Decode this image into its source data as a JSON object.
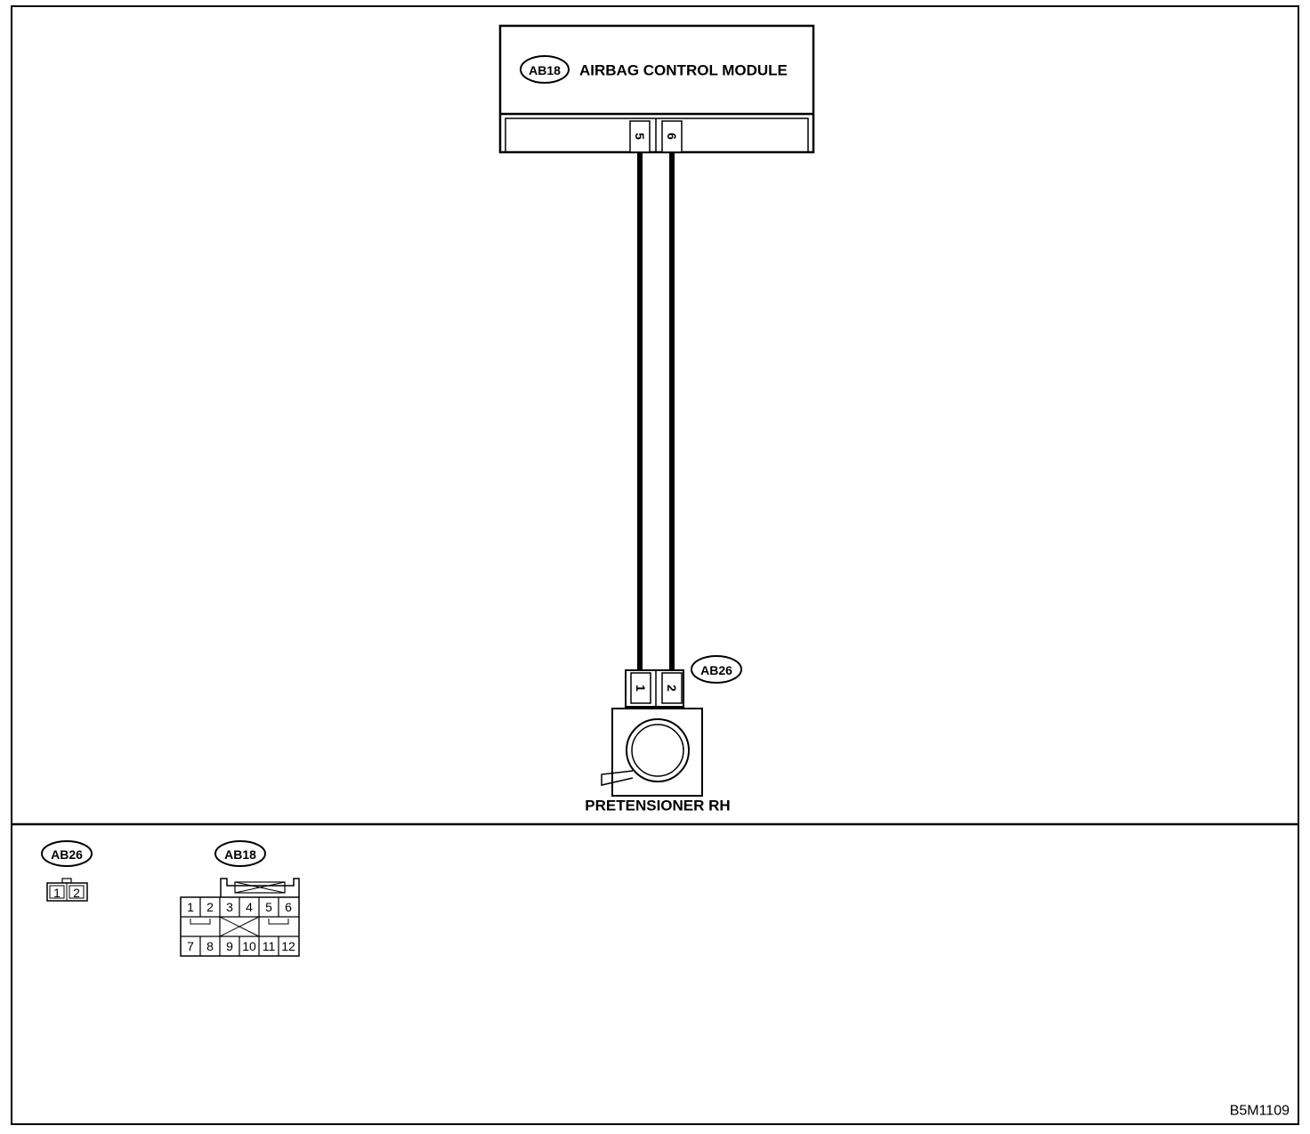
{
  "module": {
    "badge": "AB18",
    "title": "AIRBAG CONTROL MODULE",
    "pins": [
      "5",
      "6"
    ]
  },
  "pretensioner": {
    "badge": "AB26",
    "label": "PRETENSIONER RH",
    "pins": [
      "1",
      "2"
    ]
  },
  "legend": {
    "ab26": {
      "badge": "AB26",
      "cells": [
        "1",
        "2"
      ]
    },
    "ab18": {
      "badge": "AB18",
      "top_row": [
        "1",
        "2",
        "3",
        "4",
        "5",
        "6"
      ],
      "bottom_row": [
        "7",
        "8",
        "9",
        "10",
        "11",
        "12"
      ]
    }
  },
  "diagram_code": "B5M1109",
  "colors": {
    "line": "#000000",
    "background": "#ffffff"
  }
}
